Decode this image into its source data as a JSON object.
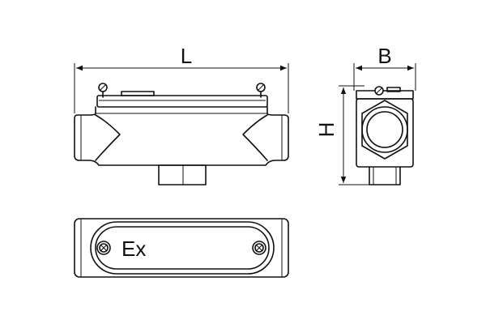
{
  "dimensions": {
    "length_label": "L",
    "width_label": "B",
    "height_label": "H"
  },
  "cover_marking": "Ex",
  "colors": {
    "line": "#111111",
    "background": "#ffffff"
  }
}
